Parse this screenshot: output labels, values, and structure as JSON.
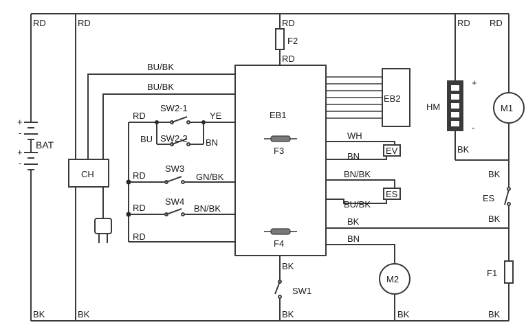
{
  "wire_colors": {
    "RD": "RD",
    "BK": "BK",
    "BU_BK": "BU/BK",
    "YE": "YE",
    "BU": "BU",
    "BN": "BN",
    "GN_BK": "GN/BK",
    "BN_BK": "BN/BK",
    "WH": "WH"
  },
  "components": {
    "bat": "BAT",
    "ch": "CH",
    "eb1": "EB1",
    "eb2": "EB2",
    "hm": "HM",
    "m1": "M1",
    "m2": "M2",
    "f1": "F1",
    "f2": "F2",
    "f3": "F3",
    "f4": "F4",
    "sw1": "SW1",
    "sw2_1": "SW2-1",
    "sw2_2": "SW2-2",
    "sw3": "SW3",
    "sw4": "SW4",
    "ev": "EV",
    "es_block": "ES",
    "es_switch": "ES"
  },
  "polarity": {
    "plus": "+",
    "minus": "-"
  }
}
